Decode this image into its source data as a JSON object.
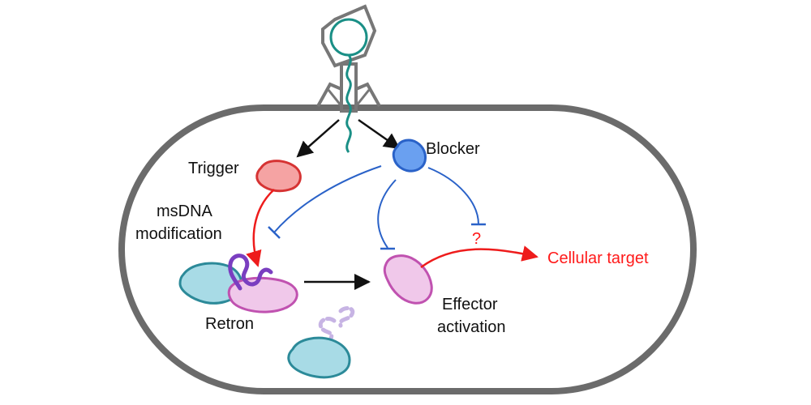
{
  "labels": {
    "trigger": "Trigger",
    "blocker": "Blocker",
    "msdna_line1": "msDNA",
    "msdna_line2": "modification",
    "retron": "Retron",
    "effector_line1": "Effector",
    "effector_line2": "activation",
    "cellular_target": "Cellular target",
    "unknown_mark": "?"
  },
  "colors": {
    "cell_outline": "#6b6b6b",
    "phage_outline": "#777777",
    "phage_dna": "#1a8f86",
    "trigger_fill": "#f5a3a3",
    "trigger_stroke": "#d63333",
    "blocker_fill": "#6aa0f0",
    "blocker_stroke": "#2a62c8",
    "inhibition": "#2a62c8",
    "activation": "#ee1c1c",
    "msdna": "#7a3ec0",
    "msdna_faded": "#c7b4e4",
    "retron_blue_fill": "#a8dbe6",
    "retron_blue_stroke": "#2c8a99",
    "retron_pink_fill": "#f0c8ea",
    "retron_pink_stroke": "#c052b0",
    "arrow": "#111111"
  },
  "icons": [
    "bacteriophage-icon",
    "trigger-protein-icon",
    "blocker-protein-icon",
    "retron-complex-icon",
    "effector-protein-icon"
  ]
}
